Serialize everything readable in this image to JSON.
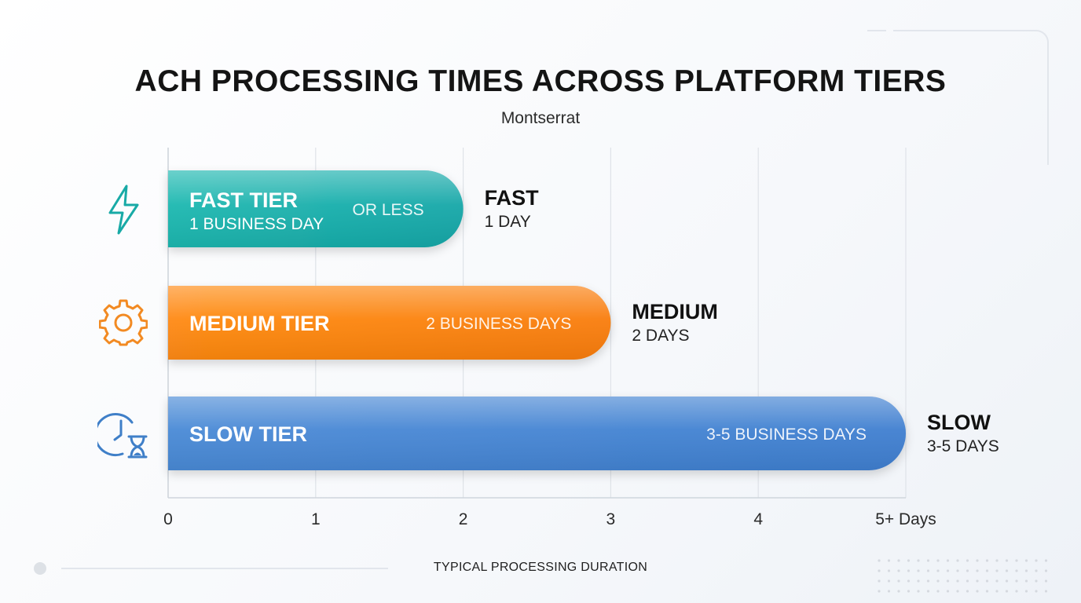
{
  "chart_data": {
    "type": "bar",
    "orientation": "horizontal",
    "title": "ACH PROCESSING TIMES ACROSS PLATFORM TIERS",
    "subtitle": "Montserrat",
    "xlabel": "TYPICAL PROCESSING DURATION",
    "xlim": [
      0,
      5
    ],
    "x_ticks": [
      "0",
      "1",
      "2",
      "3",
      "4",
      "5+ Days"
    ],
    "grid": true,
    "bars": [
      {
        "name": "FAST TIER",
        "value": 2,
        "inner_label_1": "FAST TIER",
        "inner_label_2": "1 BUSINESS DAY",
        "inner_right_label": "OR LESS",
        "side_title": "FAST",
        "side_subtitle": "1 DAY",
        "icon": "lightning-bolt-icon",
        "color_start": "#1fb8b0",
        "color_end": "#14a7a8"
      },
      {
        "name": "MEDIUM TIER",
        "value": 3,
        "inner_label_1": "MEDIUM TIER",
        "inner_label_2": "",
        "inner_right_label": "2 BUSINESS DAYS",
        "side_title": "MEDIUM",
        "side_subtitle": "2 DAYS",
        "icon": "gear-icon",
        "color_start": "#ff8a12",
        "color_end": "#f97d08"
      },
      {
        "name": "SLOW TIER",
        "value": 5,
        "inner_label_1": "SLOW TIER",
        "inner_label_2": "",
        "inner_right_label": "3-5 BUSINESS DAYS",
        "side_title": "SLOW",
        "side_subtitle": "3-5 DAYS",
        "icon": "clock-hourglass-icon",
        "color_start": "#4a8ad6",
        "color_end": "#3f7fd0"
      }
    ]
  }
}
